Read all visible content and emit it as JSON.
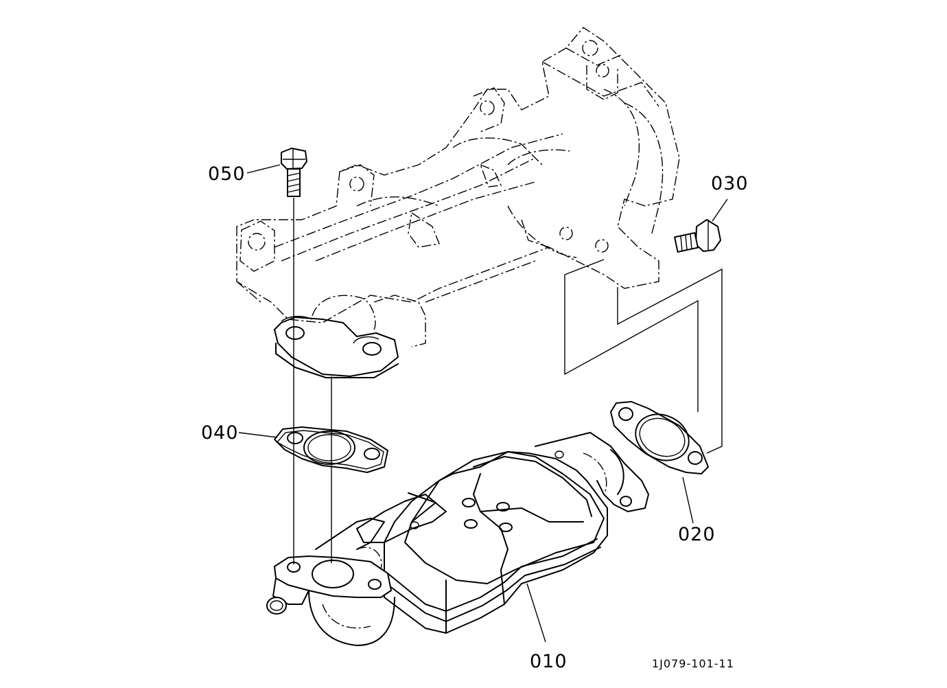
{
  "callouts": [
    {
      "id": "050",
      "text": "050"
    },
    {
      "id": "030",
      "text": "030"
    },
    {
      "id": "040",
      "text": "040"
    },
    {
      "id": "020",
      "text": "020"
    },
    {
      "id": "010",
      "text": "010"
    }
  ],
  "drawing_code": "1J079-101-11",
  "colors": {
    "line": "#000000",
    "background": "#ffffff"
  }
}
